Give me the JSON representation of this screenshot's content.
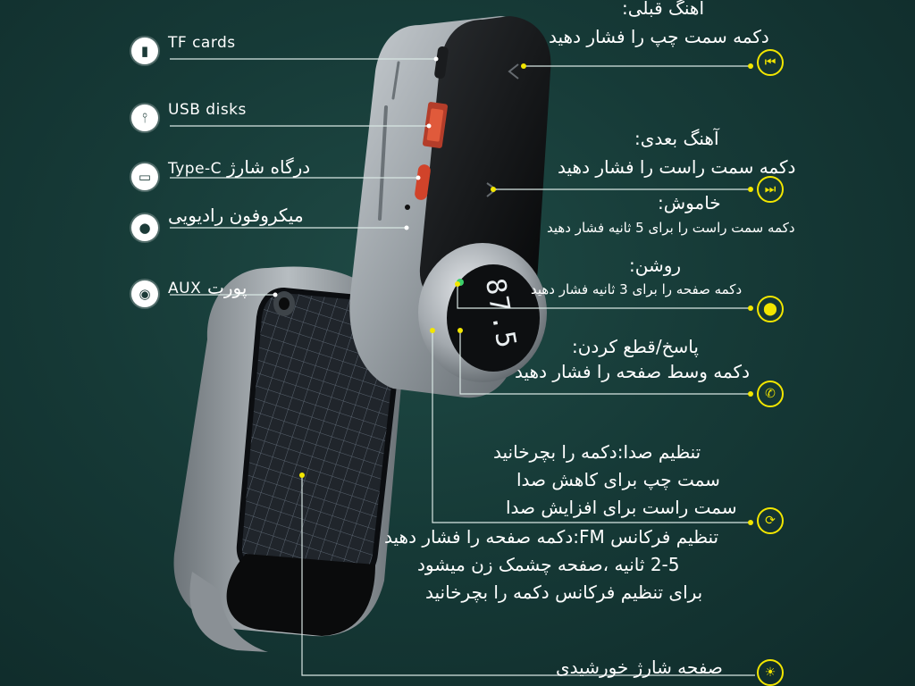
{
  "left_features": {
    "tf_cards": "TF cards",
    "usb_disks": "USB disks",
    "type_c_label": "Type-C",
    "type_c_fa": "درگاه شارژ",
    "microphone": "میکروفون رادیویی",
    "aux_label": "AUX",
    "aux_fa": "پورت"
  },
  "right_features": {
    "prev_title": "آهنگ قبلی:",
    "prev_desc": "دکمه سمت چپ را فشار دهید",
    "next_title": "آهنگ بعدی:",
    "next_desc": "دکمه سمت راست را فشار دهید",
    "off_title": "خاموش:",
    "off_desc": "دکمه سمت راست را برای 5 ثانیه فشار دهید",
    "on_title": "روشن:",
    "on_desc": "دکمه صفحه را برای 3 ثانیه فشار دهید",
    "call_title": "پاسخ/قطع کردن:",
    "call_desc": "دکمه وسط صفحه را فشار دهید",
    "volume_line1": "تنظیم صدا:دکمه را بچرخانید",
    "volume_line2": "سمت چپ برای کاهش صدا",
    "volume_line3": "سمت راست برای افزایش صدا",
    "fm_line1": "تنظیم فرکانس FM:دکمه صفحه را فشار دهید",
    "fm_line2": "2-5 ثانیه ،صفحه چشمک زن میشود",
    "fm_line3": "برای تنظیم فرکانس دکمه را بچرخانید",
    "solar": "صفحه شارژ خورشیدی"
  },
  "display_reading": "87.5",
  "colors": {
    "accent": "#f2e600",
    "line": "#d8e6e3",
    "background": "#163a37"
  },
  "icons": {
    "tf": "sd-card-icon",
    "usb": "usb-icon",
    "typec": "type-c-port-icon",
    "mic": "microphone-icon",
    "aux": "aux-port-icon",
    "prev": "previous-track-icon",
    "next": "next-track-icon",
    "power": "power-icon",
    "phone": "phone-icon",
    "rotate": "rotate-icon",
    "sun": "sun-icon"
  }
}
